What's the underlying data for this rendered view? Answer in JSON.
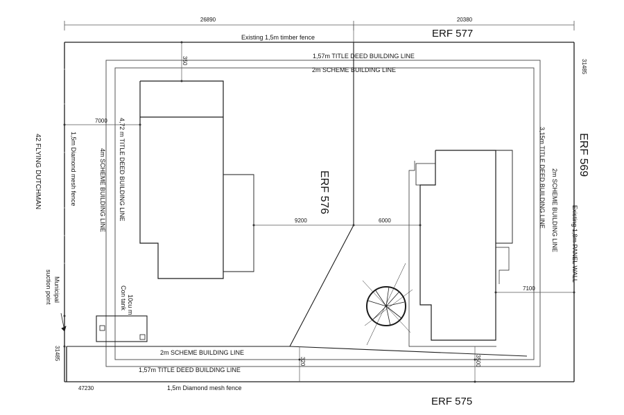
{
  "colors": {
    "line": "#1a1a1a",
    "thin_line": "#333333",
    "dim_line": "#555555",
    "building_line": "#444444",
    "background": "#ffffff"
  },
  "top_dimensions": {
    "left": "26890",
    "right": "20380"
  },
  "erf": {
    "north": "ERF 577",
    "east": "ERF 569",
    "south": "ERF 575",
    "center": "ERF 576"
  },
  "west_label": "42 FLYING DUTCHMAN",
  "fences": {
    "north": "Existing 1,5m timber fence",
    "south": "1,5m Diamond mesh fence",
    "west": "1,5m Diamond mesh fence",
    "east": "Existing 1,8m PANEL WALL"
  },
  "building_lines": {
    "north_title_deed": "1,57m TITLE DEED BUILDING LINE",
    "north_scheme": "2m SCHEME BUILDING LINE",
    "south_scheme": "2m SCHEME BUILDING LINE",
    "south_title_deed": "1,57m TITLE DEED BUILDING LINE",
    "west_title_deed": "4,72 m TITLE DEED BUILDING LINE",
    "west_scheme": "4m SCHEME BUILDING LINE",
    "east_title_deed": "3,15m TITLE DEED BUILDING LINE",
    "east_scheme": "2m SCHEME BUILDING LINE"
  },
  "dimensions": {
    "d_350_top": "350",
    "d_7000": "7000",
    "d_9200": "9200",
    "d_6000": "6000",
    "d_7100": "7100",
    "d_320": "320",
    "d_3500": "3500",
    "d_31485_right": "31485",
    "d_31485_left": "31485",
    "d_47230": "47230"
  },
  "tank": {
    "line1": "10cu m",
    "line2": "Con tank"
  },
  "municipal": {
    "line1": "Municipal",
    "line2": "suction point"
  }
}
